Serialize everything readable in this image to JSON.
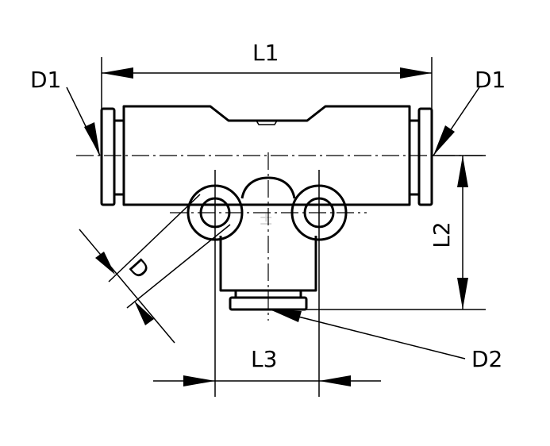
{
  "labels": {
    "l1": "L1",
    "l2": "L2",
    "l3": "L3",
    "d": "D",
    "d1_left": "D1",
    "d1_right": "D1",
    "d2": "D2"
  }
}
